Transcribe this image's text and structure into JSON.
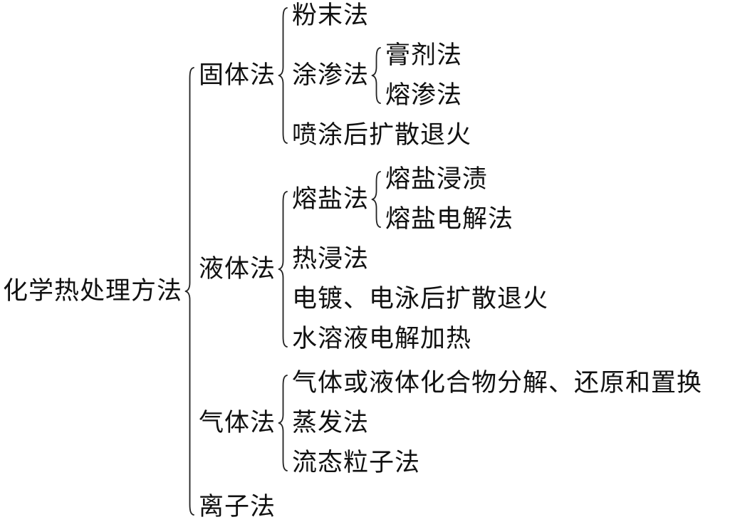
{
  "colors": {
    "background": "#ffffff",
    "text": "#111111",
    "line": "#222222"
  },
  "tree": {
    "label": "化学热处理方法",
    "children": [
      {
        "label": "固体法",
        "children": [
          {
            "label": "粉末法"
          },
          {
            "label": "涂渗法",
            "children": [
              {
                "label": "膏剂法"
              },
              {
                "label": "熔渗法"
              }
            ]
          },
          {
            "label": "喷涂后扩散退火"
          }
        ]
      },
      {
        "label": "液体法",
        "children": [
          {
            "label": "熔盐法",
            "children": [
              {
                "label": "熔盐浸渍"
              },
              {
                "label": "熔盐电解法"
              }
            ]
          },
          {
            "label": "热浸法"
          },
          {
            "label": "电镀、电泳后扩散退火"
          },
          {
            "label": "水溶液电解加热"
          }
        ]
      },
      {
        "label": "气体法",
        "children": [
          {
            "label": "气体或液体化合物分解、还原和置换"
          },
          {
            "label": "蒸发法"
          },
          {
            "label": "流态粒子法"
          }
        ]
      },
      {
        "label": "离子法"
      }
    ]
  }
}
